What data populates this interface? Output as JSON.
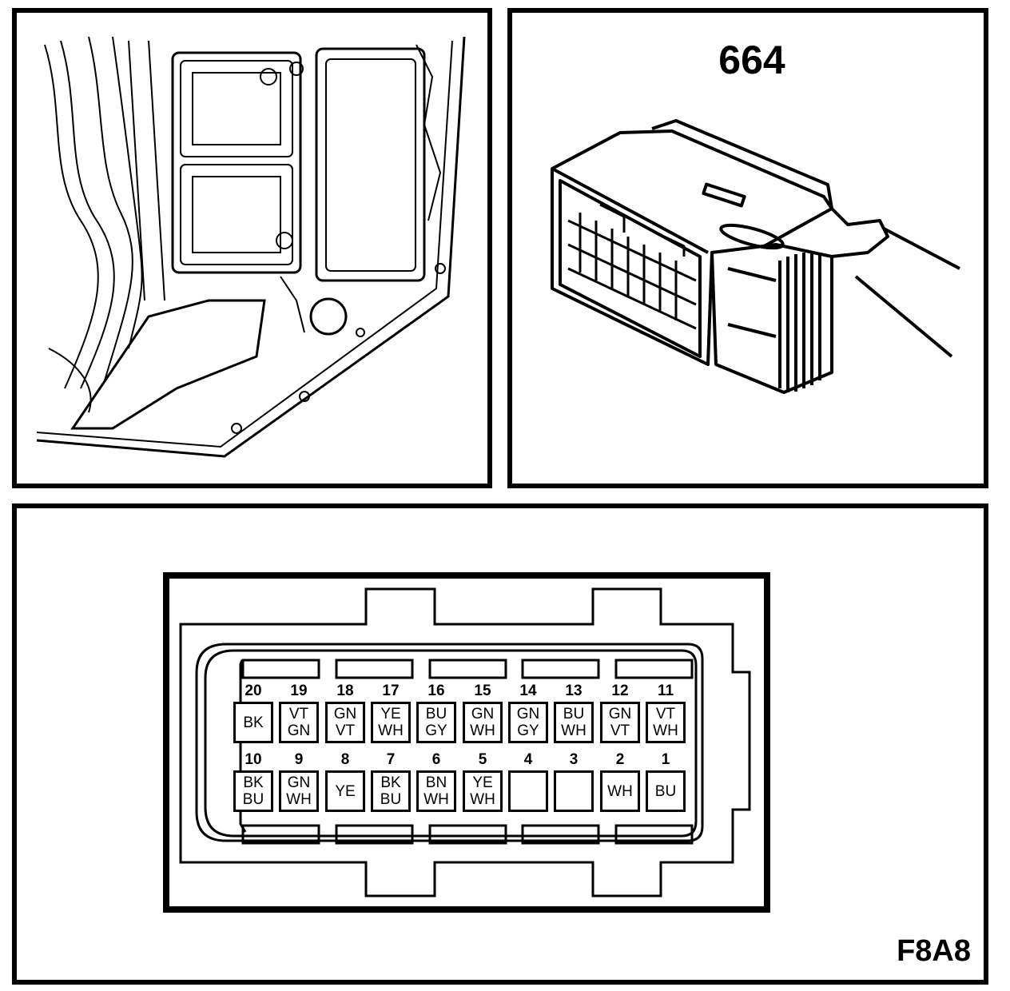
{
  "connector": {
    "number": "664",
    "reference": "F8A8"
  },
  "pins": {
    "top_row": [
      {
        "num": "20",
        "colors": [
          "BK"
        ]
      },
      {
        "num": "19",
        "colors": [
          "VT",
          "GN"
        ]
      },
      {
        "num": "18",
        "colors": [
          "GN",
          "VT"
        ]
      },
      {
        "num": "17",
        "colors": [
          "YE",
          "WH"
        ]
      },
      {
        "num": "16",
        "colors": [
          "BU",
          "GY"
        ]
      },
      {
        "num": "15",
        "colors": [
          "GN",
          "WH"
        ]
      },
      {
        "num": "14",
        "colors": [
          "GN",
          "GY"
        ]
      },
      {
        "num": "13",
        "colors": [
          "BU",
          "WH"
        ]
      },
      {
        "num": "12",
        "colors": [
          "GN",
          "VT"
        ]
      },
      {
        "num": "11",
        "colors": [
          "VT",
          "WH"
        ]
      }
    ],
    "bottom_row": [
      {
        "num": "10",
        "colors": [
          "BK",
          "BU"
        ]
      },
      {
        "num": "9",
        "colors": [
          "GN",
          "WH"
        ]
      },
      {
        "num": "8",
        "colors": [
          "YE"
        ]
      },
      {
        "num": "7",
        "colors": [
          "BK",
          "BU"
        ]
      },
      {
        "num": "6",
        "colors": [
          "BN",
          "WH"
        ]
      },
      {
        "num": "5",
        "colors": [
          "YE",
          "WH"
        ]
      },
      {
        "num": "4",
        "colors": []
      },
      {
        "num": "3",
        "colors": []
      },
      {
        "num": "2",
        "colors": [
          "WH"
        ]
      },
      {
        "num": "1",
        "colors": [
          "BU"
        ]
      }
    ]
  }
}
